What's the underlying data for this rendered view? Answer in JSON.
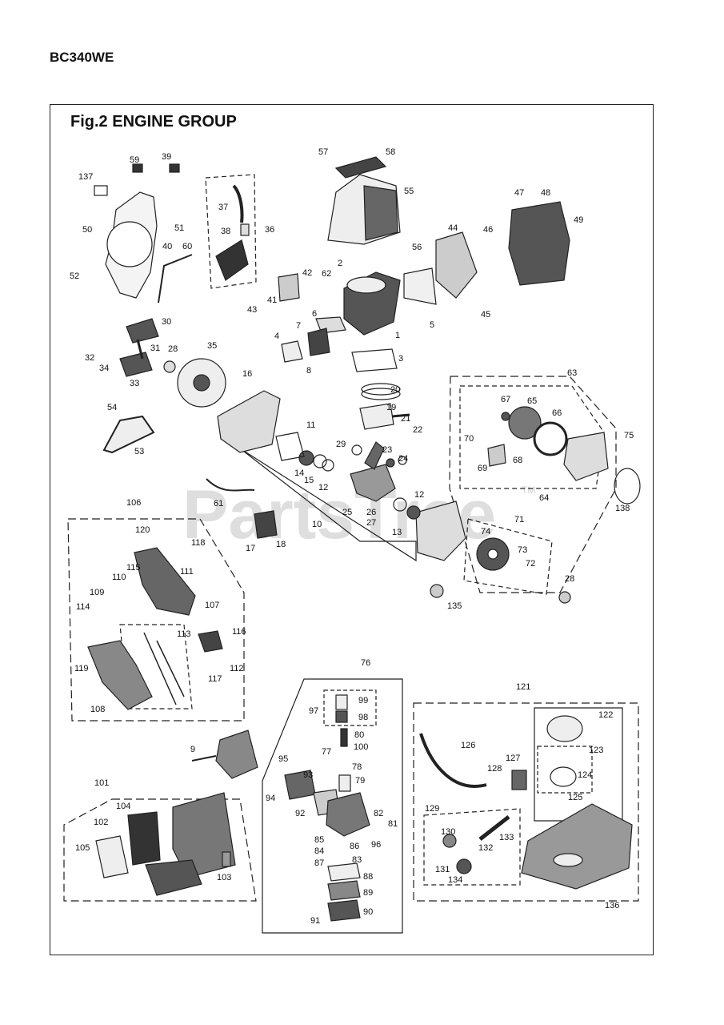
{
  "model": "BC340WE",
  "figure_title": "Fig.2  ENGINE GROUP",
  "watermark": "PartsTree",
  "watermark_tm": "TM",
  "callouts": [
    {
      "id": "n137",
      "text": "137"
    },
    {
      "id": "n59",
      "text": "59"
    },
    {
      "id": "n39",
      "text": "39"
    },
    {
      "id": "n57",
      "text": "57"
    },
    {
      "id": "n58",
      "text": "58"
    },
    {
      "id": "n55",
      "text": "55"
    },
    {
      "id": "n47",
      "text": "47"
    },
    {
      "id": "n48",
      "text": "48"
    },
    {
      "id": "n49",
      "text": "49"
    },
    {
      "id": "n50",
      "text": "50"
    },
    {
      "id": "n51",
      "text": "51"
    },
    {
      "id": "n37",
      "text": "37"
    },
    {
      "id": "n38",
      "text": "38"
    },
    {
      "id": "n36",
      "text": "36"
    },
    {
      "id": "n44",
      "text": "44"
    },
    {
      "id": "n46",
      "text": "46"
    },
    {
      "id": "n56",
      "text": "56"
    },
    {
      "id": "n52",
      "text": "52"
    },
    {
      "id": "n40",
      "text": "40"
    },
    {
      "id": "n60",
      "text": "60"
    },
    {
      "id": "n2",
      "text": "2"
    },
    {
      "id": "n42",
      "text": "42"
    },
    {
      "id": "n62",
      "text": "62"
    },
    {
      "id": "n41",
      "text": "41"
    },
    {
      "id": "n43",
      "text": "43"
    },
    {
      "id": "n45",
      "text": "45"
    },
    {
      "id": "n5",
      "text": "5"
    },
    {
      "id": "n30",
      "text": "30"
    },
    {
      "id": "n6",
      "text": "6"
    },
    {
      "id": "n7",
      "text": "7"
    },
    {
      "id": "n1",
      "text": "1"
    },
    {
      "id": "n4",
      "text": "4"
    },
    {
      "id": "n32",
      "text": "32"
    },
    {
      "id": "n31",
      "text": "31"
    },
    {
      "id": "n28a",
      "text": "28"
    },
    {
      "id": "n35",
      "text": "35"
    },
    {
      "id": "n3",
      "text": "3"
    },
    {
      "id": "n8",
      "text": "8"
    },
    {
      "id": "n34",
      "text": "34"
    },
    {
      "id": "n33",
      "text": "33"
    },
    {
      "id": "n16",
      "text": "16"
    },
    {
      "id": "n63",
      "text": "63"
    },
    {
      "id": "n20",
      "text": "20"
    },
    {
      "id": "n67",
      "text": "67"
    },
    {
      "id": "n65",
      "text": "65"
    },
    {
      "id": "n54",
      "text": "54"
    },
    {
      "id": "n19",
      "text": "19"
    },
    {
      "id": "n66",
      "text": "66"
    },
    {
      "id": "n11",
      "text": "11"
    },
    {
      "id": "n21",
      "text": "21"
    },
    {
      "id": "n22",
      "text": "22"
    },
    {
      "id": "n70",
      "text": "70"
    },
    {
      "id": "n75",
      "text": "75"
    },
    {
      "id": "n29",
      "text": "29"
    },
    {
      "id": "n23",
      "text": "23"
    },
    {
      "id": "n53",
      "text": "53"
    },
    {
      "id": "n68",
      "text": "68"
    },
    {
      "id": "n69",
      "text": "69"
    },
    {
      "id": "n14",
      "text": "14"
    },
    {
      "id": "n24",
      "text": "24"
    },
    {
      "id": "n15",
      "text": "15"
    },
    {
      "id": "n12a",
      "text": "12"
    },
    {
      "id": "n64",
      "text": "64"
    },
    {
      "id": "n138",
      "text": "138"
    },
    {
      "id": "n61",
      "text": "61"
    },
    {
      "id": "n12b",
      "text": "12"
    },
    {
      "id": "n106",
      "text": "106"
    },
    {
      "id": "n26",
      "text": "26"
    },
    {
      "id": "n25",
      "text": "25"
    },
    {
      "id": "n71",
      "text": "71"
    },
    {
      "id": "n10",
      "text": "10"
    },
    {
      "id": "n27",
      "text": "27"
    },
    {
      "id": "n120",
      "text": "120"
    },
    {
      "id": "n13",
      "text": "13"
    },
    {
      "id": "n74",
      "text": "74"
    },
    {
      "id": "n118",
      "text": "118"
    },
    {
      "id": "n17",
      "text": "17"
    },
    {
      "id": "n18",
      "text": "18"
    },
    {
      "id": "n73",
      "text": "73"
    },
    {
      "id": "n72",
      "text": "72"
    },
    {
      "id": "n115",
      "text": "115"
    },
    {
      "id": "n111",
      "text": "111"
    },
    {
      "id": "n110",
      "text": "110"
    },
    {
      "id": "n28b",
      "text": "28"
    },
    {
      "id": "n109",
      "text": "109"
    },
    {
      "id": "n107",
      "text": "107"
    },
    {
      "id": "n114",
      "text": "114"
    },
    {
      "id": "n135",
      "text": "135"
    },
    {
      "id": "n116",
      "text": "116"
    },
    {
      "id": "n113",
      "text": "113"
    },
    {
      "id": "n112",
      "text": "112"
    },
    {
      "id": "n119",
      "text": "119"
    },
    {
      "id": "n117",
      "text": "117"
    },
    {
      "id": "n76",
      "text": "76"
    },
    {
      "id": "n108",
      "text": "108"
    },
    {
      "id": "n121",
      "text": "121"
    },
    {
      "id": "n99",
      "text": "99"
    },
    {
      "id": "n97",
      "text": "97"
    },
    {
      "id": "n98",
      "text": "98"
    },
    {
      "id": "n122",
      "text": "122"
    },
    {
      "id": "n80",
      "text": "80"
    },
    {
      "id": "n126",
      "text": "126"
    },
    {
      "id": "n9",
      "text": "9"
    },
    {
      "id": "n77",
      "text": "77"
    },
    {
      "id": "n100",
      "text": "100"
    },
    {
      "id": "n123",
      "text": "123"
    },
    {
      "id": "n95",
      "text": "95"
    },
    {
      "id": "n127",
      "text": "127"
    },
    {
      "id": "n78",
      "text": "78"
    },
    {
      "id": "n128",
      "text": "128"
    },
    {
      "id": "n124",
      "text": "124"
    },
    {
      "id": "n93",
      "text": "93"
    },
    {
      "id": "n79",
      "text": "79"
    },
    {
      "id": "n101",
      "text": "101"
    },
    {
      "id": "n94",
      "text": "94"
    },
    {
      "id": "n125",
      "text": "125"
    },
    {
      "id": "n104",
      "text": "104"
    },
    {
      "id": "n92",
      "text": "92"
    },
    {
      "id": "n82",
      "text": "82"
    },
    {
      "id": "n129",
      "text": "129"
    },
    {
      "id": "n81",
      "text": "81"
    },
    {
      "id": "n102",
      "text": "102"
    },
    {
      "id": "n130",
      "text": "130"
    },
    {
      "id": "n133",
      "text": "133"
    },
    {
      "id": "n85",
      "text": "85"
    },
    {
      "id": "n96",
      "text": "96"
    },
    {
      "id": "n86",
      "text": "86"
    },
    {
      "id": "n132",
      "text": "132"
    },
    {
      "id": "n84",
      "text": "84"
    },
    {
      "id": "n105",
      "text": "105"
    },
    {
      "id": "n83",
      "text": "83"
    },
    {
      "id": "n87",
      "text": "87"
    },
    {
      "id": "n131",
      "text": "131"
    },
    {
      "id": "n134",
      "text": "134"
    },
    {
      "id": "n103",
      "text": "103"
    },
    {
      "id": "n88",
      "text": "88"
    },
    {
      "id": "n89",
      "text": "89"
    },
    {
      "id": "n136",
      "text": "136"
    },
    {
      "id": "n90",
      "text": "90"
    },
    {
      "id": "n91",
      "text": "91"
    }
  ]
}
